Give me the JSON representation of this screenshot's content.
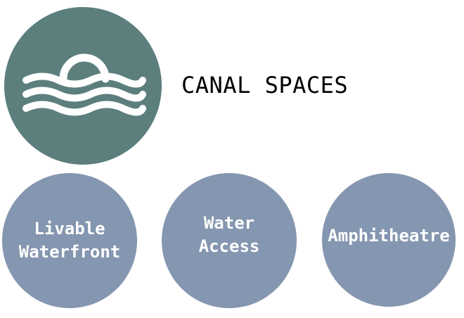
{
  "title": "CANAL SPACES",
  "logo": {
    "icon": "sun-over-water-icon",
    "background_color": "#5c7f7e",
    "icon_color": "#ffffff"
  },
  "nodes": [
    {
      "label": "Livable\nWaterfront"
    },
    {
      "label": "Water\nAccess"
    },
    {
      "label": "Amphitheatre"
    }
  ],
  "node_color": "#8596b0"
}
